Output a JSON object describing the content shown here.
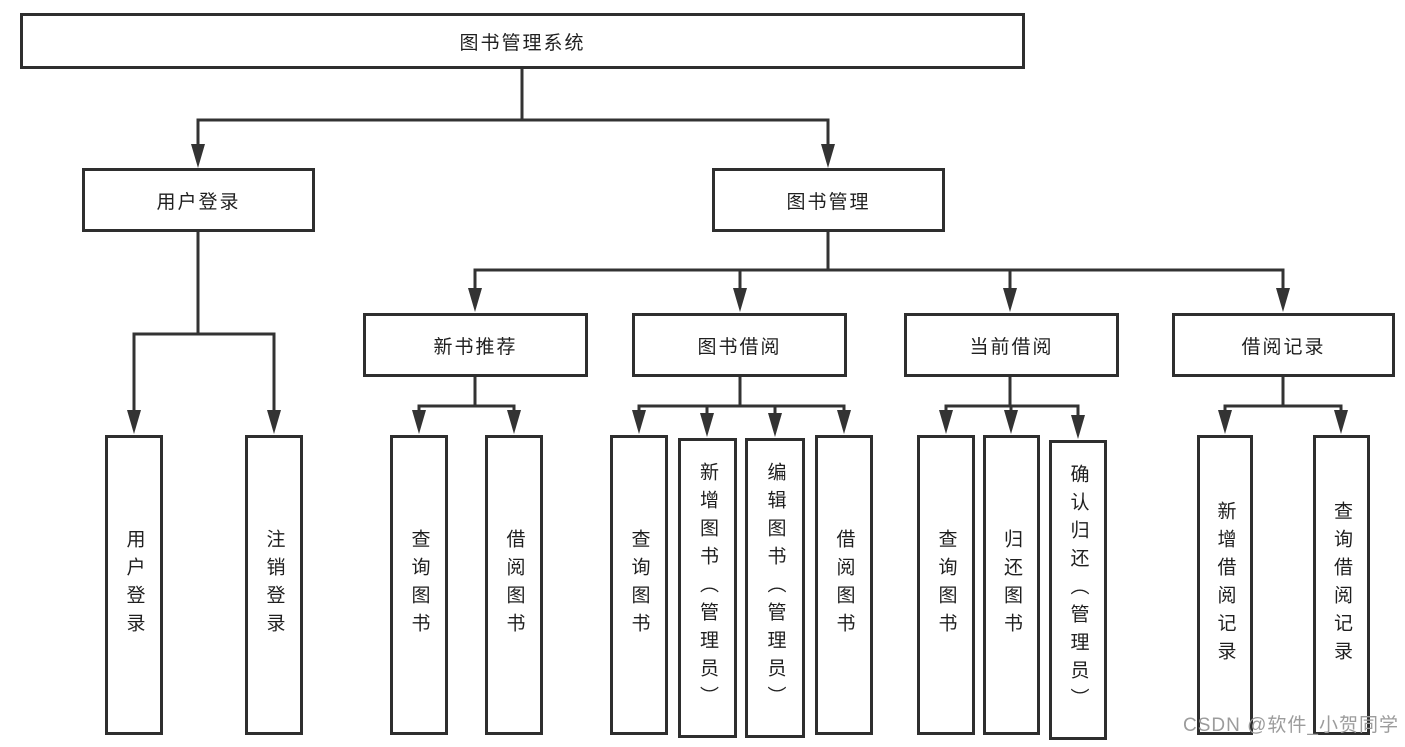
{
  "diagram": {
    "title": "图书管理系统",
    "branches": [
      {
        "label": "用户登录",
        "children": [
          {
            "label": "用户登录"
          },
          {
            "label": "注销登录"
          }
        ]
      },
      {
        "label": "图书管理",
        "children": [
          {
            "label": "新书推荐",
            "children": [
              {
                "label": "查询图书"
              },
              {
                "label": "借阅图书"
              }
            ]
          },
          {
            "label": "图书借阅",
            "children": [
              {
                "label": "查询图书"
              },
              {
                "label": "新增图书（管理员）"
              },
              {
                "label": "编辑图书（管理员）"
              },
              {
                "label": "借阅图书"
              }
            ]
          },
          {
            "label": "当前借阅",
            "children": [
              {
                "label": "查询图书"
              },
              {
                "label": "归还图书"
              },
              {
                "label": "确认归还（管理员）"
              }
            ]
          },
          {
            "label": "借阅记录",
            "children": [
              {
                "label": "新增借阅记录"
              },
              {
                "label": "查询借阅记录"
              }
            ]
          }
        ]
      }
    ]
  },
  "watermark": {
    "text": "CSDN @软件_小贺同学"
  },
  "colors": {
    "line": "#333333",
    "box_border": "#2e2e2e",
    "text": "#1f1f1f",
    "watermark": "#9c9c9c",
    "background": "#ffffff"
  }
}
